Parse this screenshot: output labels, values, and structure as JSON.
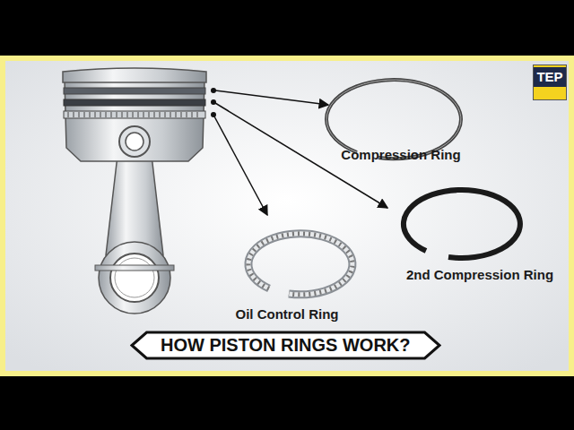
{
  "diagram": {
    "title": "HOW PISTON RINGS WORK?",
    "labels": [
      "TEP",
      "Compression Ring",
      "2nd Compression Ring",
      "Oil Control Ring"
    ]
  }
}
